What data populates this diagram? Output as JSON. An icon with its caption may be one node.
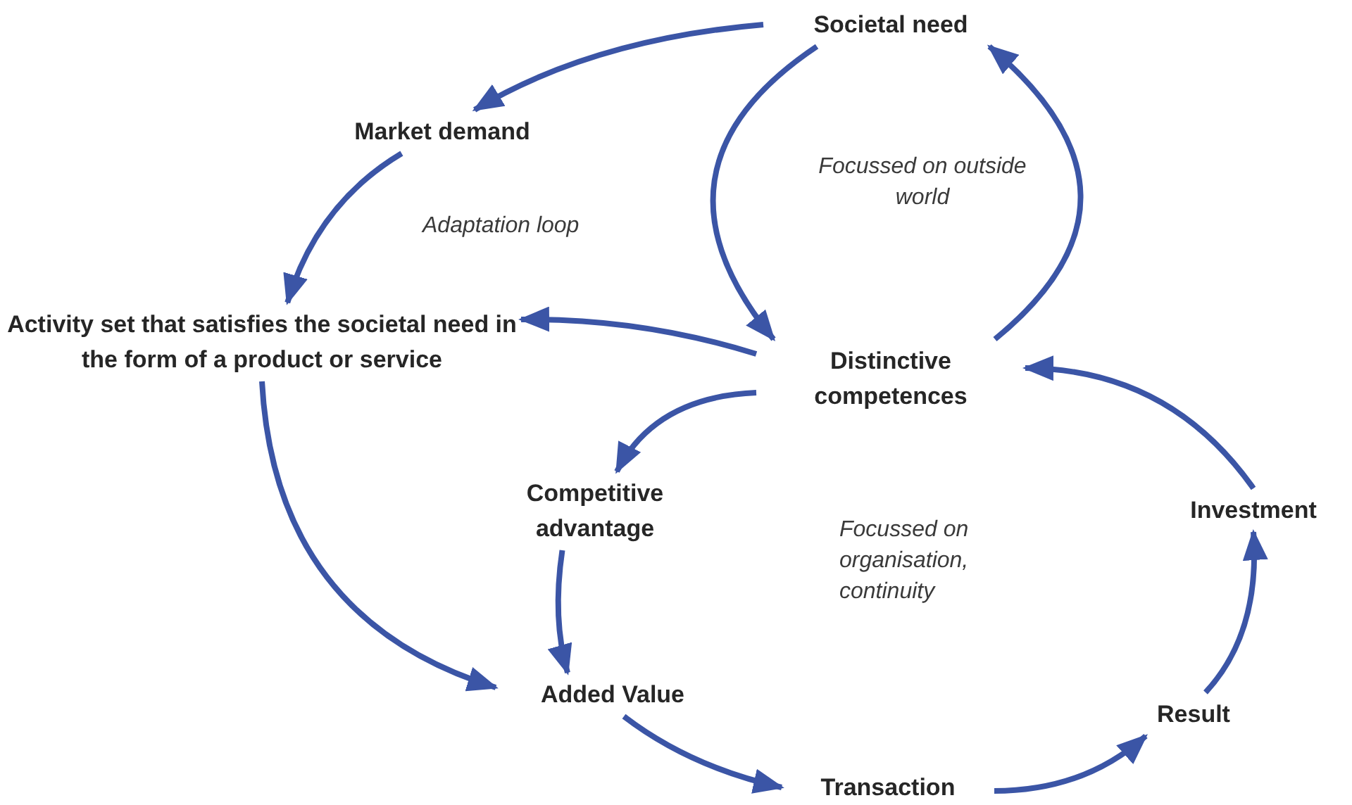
{
  "diagram": {
    "nodes": [
      {
        "text": [
          "Societal need"
        ]
      },
      {
        "text": [
          "Market demand"
        ]
      },
      {
        "text": [
          "Activity set that satisfies the societal need in the form of a product or service"
        ]
      },
      {
        "text": [
          "Distinctive competences"
        ]
      },
      {
        "text": [
          "Competitive advantage"
        ]
      },
      {
        "text": [
          "Investment"
        ]
      },
      {
        "text": [
          "Added Value"
        ]
      },
      {
        "text": [
          "Result"
        ]
      },
      {
        "text": [
          "Transaction"
        ]
      }
    ],
    "edges": [
      {
        "from": 0,
        "to": 1,
        "arrow": "to"
      },
      {
        "from": 1,
        "to": 2,
        "arrow": "to"
      },
      {
        "from": 0,
        "to": 3,
        "arrow": "to"
      },
      {
        "from": 3,
        "to": 0,
        "arrow": "to"
      },
      {
        "from": 3,
        "to": 2,
        "arrow": "to"
      },
      {
        "from": 3,
        "to": 4,
        "arrow": "to"
      },
      {
        "from": 4,
        "to": 6,
        "arrow": "to"
      },
      {
        "from": 2,
        "to": 6,
        "arrow": "to"
      },
      {
        "from": 6,
        "to": 8,
        "arrow": "to"
      },
      {
        "from": 8,
        "to": 7,
        "arrow": "to"
      },
      {
        "from": 7,
        "to": 5,
        "arrow": "to"
      },
      {
        "from": 5,
        "to": 3,
        "arrow": "to"
      }
    ],
    "labels": [
      "Adaptation loop",
      "Focussed on outside world",
      "Focussed on organisation, continuity"
    ]
  }
}
